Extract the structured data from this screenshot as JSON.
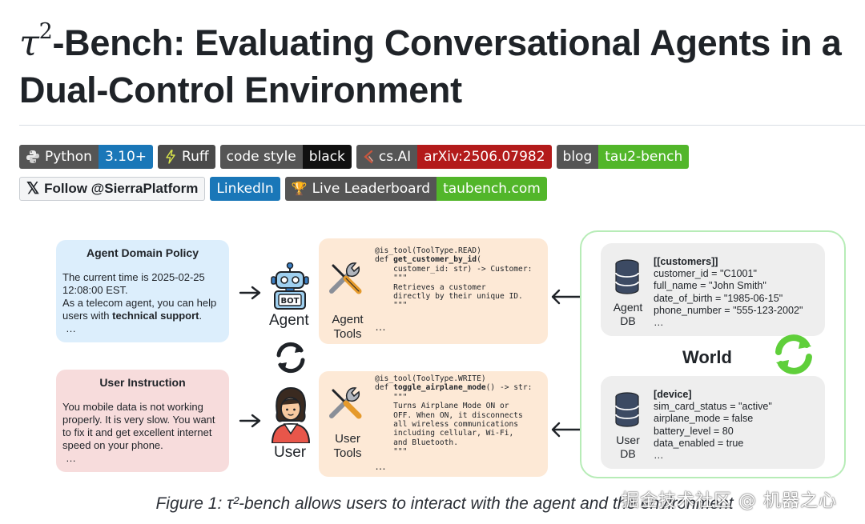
{
  "title": {
    "tau": "τ",
    "sup": "2",
    "rest_line1": "-Bench: Evaluating Conversational Agents in a",
    "line2": "Dual-Control Environment"
  },
  "badges": {
    "python": {
      "label": "Python",
      "value": "3.10+"
    },
    "ruff": {
      "label": "Ruff"
    },
    "code_style": {
      "label": "code style",
      "value": "black"
    },
    "arxiv": {
      "label": "cs.AI",
      "value": "arXiv:2506.07982"
    },
    "blog": {
      "label": "blog",
      "value": "tau2-bench"
    },
    "follow": {
      "label": "Follow @SierraPlatform"
    },
    "linkedin": {
      "label": "LinkedIn"
    },
    "leaderboard": {
      "label": "Live Leaderboard",
      "value": "taubench.com"
    }
  },
  "figure": {
    "policy": {
      "title": "Agent Domain Policy",
      "line1": "The current time is 2025-02-25",
      "line2": "12:08:00 EST.",
      "line3": "As a telecom agent, you can help",
      "line4_pre": "users with ",
      "line4_bold": "technical support",
      "line4_post": ".",
      "ellipsis": "…"
    },
    "instruction": {
      "title": "User Instruction",
      "line1": "You mobile data is not working",
      "line2": "properly. It is very slow. You want",
      "line3": "to fix it and get excellent internet",
      "line4": "speed on your phone.",
      "ellipsis": "…"
    },
    "agent_label": "Agent",
    "user_label": "User",
    "bot_text": "BOT",
    "agent_tools": {
      "label_1": "Agent",
      "label_2": "Tools",
      "decorator": "@is_tool(ToolType.READ)",
      "def_pre": "def ",
      "fn": "get_customer_by_id",
      "def_post": "(",
      "sig": "    customer_id: str) -> Customer:",
      "q1": "    \"\"\"",
      "doc1": "    Retrieves a customer",
      "doc2": "    directly by their unique ID.",
      "q2": "    \"\"\"",
      "ellipsis": "…"
    },
    "user_tools": {
      "label_1": "User",
      "label_2": "Tools",
      "decorator": "@is_tool(ToolType.WRITE)",
      "def_pre": "def ",
      "fn": "toggle_airplane_mode",
      "def_post": "() -> str:",
      "q1": "    \"\"\"",
      "doc1": "    Turns Airplane Mode ON or",
      "doc2": "    OFF. When ON, it disconnects",
      "doc3": "    all wireless communications",
      "doc4": "    including cellular, Wi-Fi,",
      "doc5": "    and Bluetooth.",
      "q2": "    \"\"\"",
      "ellipsis": "…"
    },
    "world": {
      "label": "World",
      "agent_db": {
        "label_1": "Agent",
        "label_2": "DB",
        "head": "[[customers]]",
        "l1": "customer_id = \"C1001\"",
        "l2": "full_name = \"John Smith\"",
        "l3": "date_of_birth = \"1985-06-15\"",
        "l4": "phone_number = \"555-123-2002\"",
        "ellipsis": "…"
      },
      "user_db": {
        "label_1": "User",
        "label_2": "DB",
        "head": "[device]",
        "l1": "sim_card_status = \"active\"",
        "l2": "airplane_mode = false",
        "l3": "battery_level = 80",
        "l4": "data_enabled = true",
        "ellipsis": "…"
      }
    }
  },
  "caption": "Figure 1: τ²-bench allows users to interact with the agent and the environment",
  "watermark": "掘金技术社区 @ 机器之心",
  "colors": {
    "policy_bg": "#dceefc",
    "instruction_bg": "#f7dcdc",
    "tools_bg": "#fde9d6",
    "world_border": "#b7ecb7",
    "db_bg": "#eeeeee",
    "cycle_green": "#5fcf3a",
    "python_blue": "#1a77b8",
    "arxiv_red": "#b31b1b",
    "blog_green": "#52b62a"
  }
}
